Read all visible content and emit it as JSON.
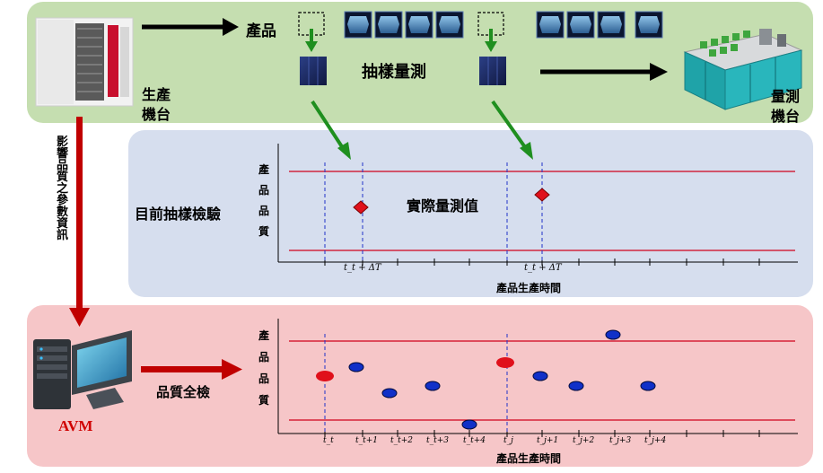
{
  "top": {
    "production_machine_label": [
      "生產",
      "機台"
    ],
    "product_label": "產品",
    "sampling_label": "抽樣量測",
    "metrology_machine_label": [
      "量測",
      "機台"
    ]
  },
  "left_arrow_label": [
    "影",
    "響",
    "品",
    "質",
    "之",
    "參",
    "數",
    "資",
    "訊"
  ],
  "middle": {
    "title": "目前抽樣檢驗",
    "measured_value_label": "實際量測值",
    "y_axis_label": [
      "產",
      "品",
      "品",
      "質"
    ],
    "x_axis_label": "產品生產時間",
    "tick_labels": [
      "t_t + ΔT",
      "t_t + ΔT"
    ]
  },
  "bottom": {
    "avm_label": "AVM",
    "full_inspection_label": "品質全檢",
    "y_axis_label": [
      "產",
      "品",
      "品",
      "質"
    ],
    "x_axis_label": "產品生產時間",
    "tick_labels": [
      "t_t",
      "t_t+1",
      "t_t+2",
      "t_t+3",
      "t_t+4",
      "t_j",
      "t_j+1",
      "t_j+2",
      "t_j+3",
      "t_j+4"
    ]
  },
  "colors": {
    "top_panel": "#c5deb0",
    "middle_panel": "#d6deee",
    "bottom_panel": "#f6c6c8",
    "limit_line": "#d0021b",
    "marker_dashed": "#2033c8",
    "actual_point": "#e0101b",
    "virtual_point": "#1030c8",
    "green_arrow": "#1f8f1f",
    "red_arrow": "#c00000",
    "avm_text": "#d00000"
  },
  "icons": [
    "production-machine-icon",
    "product-wafer-icon",
    "solar-cell-icon",
    "metrology-machine-icon",
    "server-computer-icon"
  ]
}
